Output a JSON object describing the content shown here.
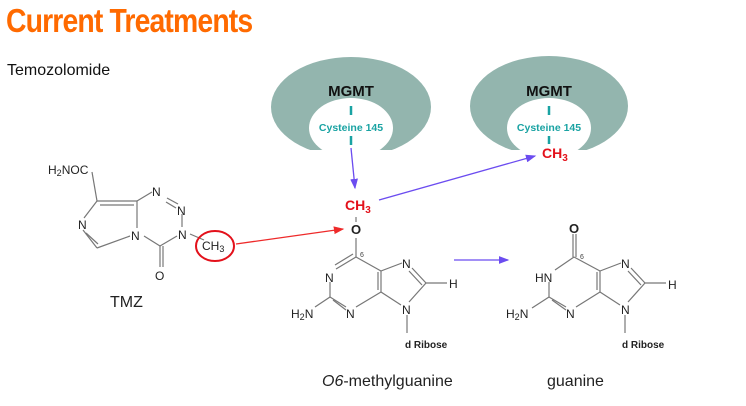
{
  "slide": {
    "title": "Current Treatments",
    "subtitle": "Temozolomide"
  },
  "colors": {
    "title": "#ff6a00",
    "enzyme_fill": "#93b5ae",
    "cysteine_text": "#1aa3a3",
    "methyl_red": "#e3111b",
    "arrow_purple": "#6b4cf0",
    "arrow_red": "#ee2a2a",
    "bond_gray": "#777777"
  },
  "tmz": {
    "label": "TMZ",
    "substituent": "H2NOC",
    "atoms": [
      "N",
      "N",
      "N",
      "N",
      "N",
      "O"
    ],
    "methyl": "CH3"
  },
  "enzymes": [
    {
      "name": "MGMT",
      "residue": "Cysteine 145",
      "methyl": ""
    },
    {
      "name": "MGMT",
      "residue": "Cysteine 145",
      "methyl": "CH3"
    }
  ],
  "o6_methylguanine": {
    "label_italic": "O6",
    "label_rest": "-methylguanine",
    "methyl": "CH3",
    "oxygen": "O",
    "position_marker": "6",
    "atoms": [
      "N",
      "N",
      "N",
      "N",
      "H",
      "H2N"
    ],
    "sugar": "d Ribose"
  },
  "guanine": {
    "label": "guanine",
    "oxygen": "O",
    "position_marker": "6",
    "atoms": [
      "HN",
      "N",
      "N",
      "N",
      "H",
      "H2N"
    ],
    "sugar": "d Ribose"
  }
}
